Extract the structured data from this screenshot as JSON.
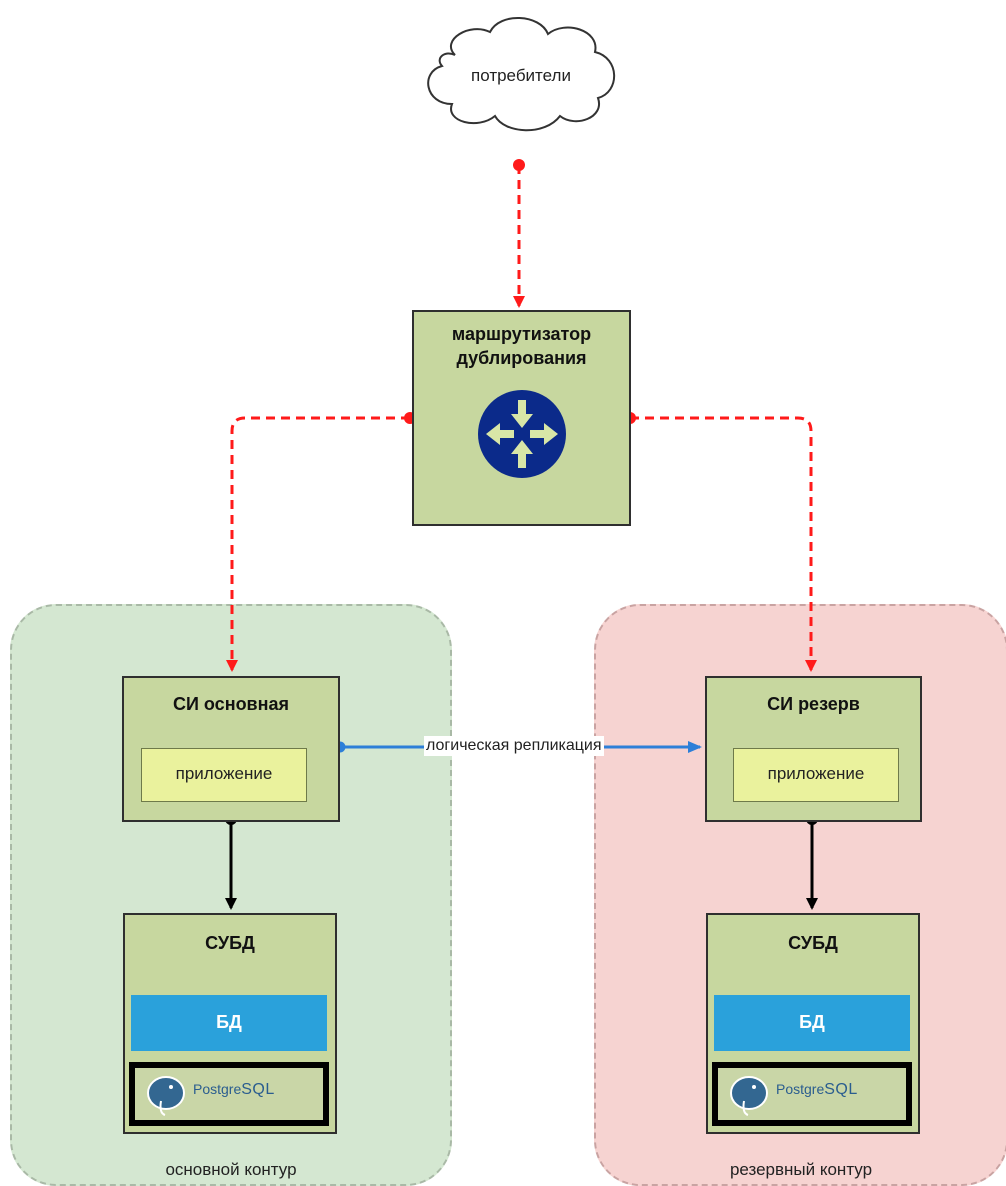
{
  "consumers": {
    "label": "потребители"
  },
  "router": {
    "title_line1": "маршрутизатор",
    "title_line2": "дублирования"
  },
  "main_zone": {
    "label": "основной контур",
    "si_title": "СИ основная",
    "app_label": "приложение",
    "dbms_title": "СУБД",
    "db_label": "БД",
    "pg_logo_text": "Postgre",
    "pg_logo_sql": "SQL"
  },
  "backup_zone": {
    "label": "резервный контур",
    "si_title": "СИ резерв",
    "app_label": "приложение",
    "dbms_title": "СУБД",
    "db_label": "БД",
    "pg_logo_text": "Postgre",
    "pg_logo_sql": "SQL"
  },
  "replication": {
    "label": "логическая репликация"
  },
  "colors": {
    "primary_zone": "#d4e7d1",
    "backup_zone": "#f6d3d1",
    "box_fill": "#c7d79f",
    "app_fill": "#eaf29d",
    "db_fill": "#2aa1db",
    "router_icon": "#0b2a8a",
    "traffic_link": "#ff1a1a",
    "replication_link": "#2d7fd8"
  }
}
